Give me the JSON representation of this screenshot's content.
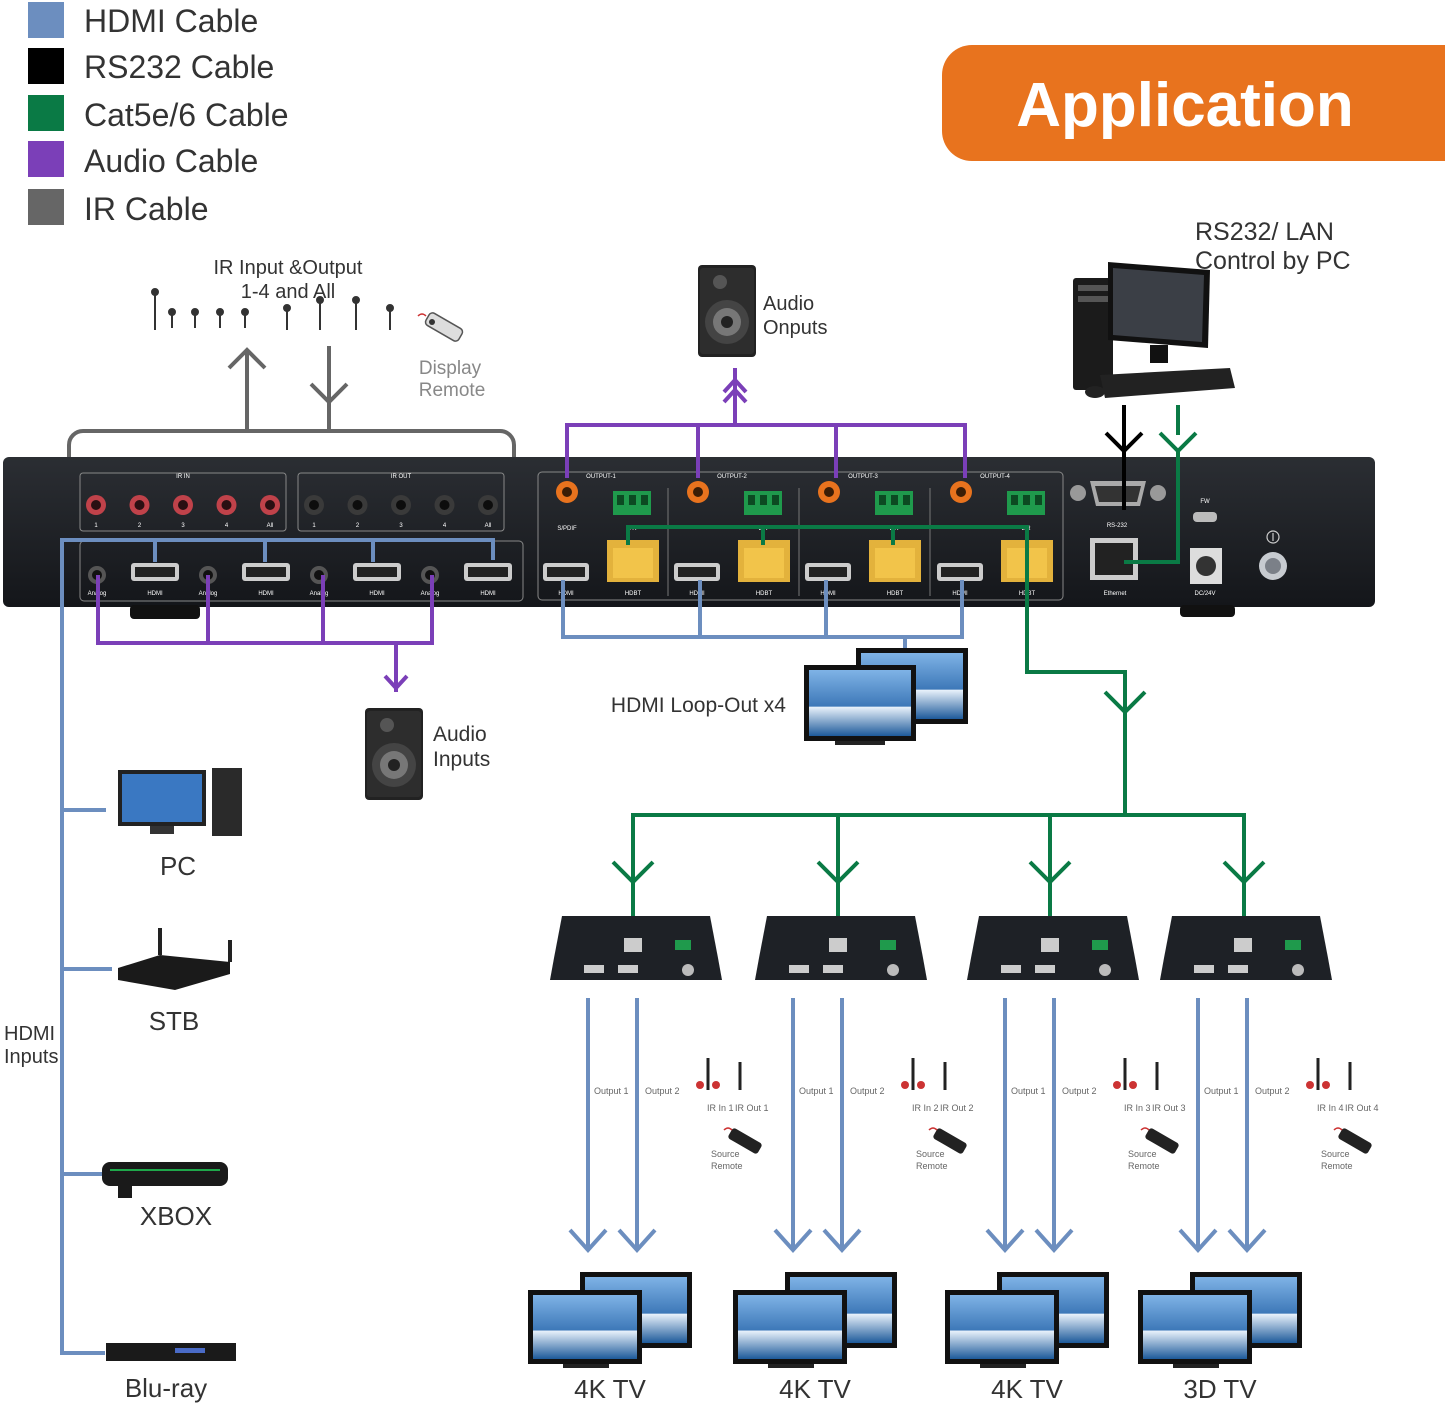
{
  "title": "Application",
  "colors": {
    "hdmi": "#6c8ebf",
    "rs232": "#000000",
    "cat": "#0a7a45",
    "audio": "#7b3fb8",
    "ir": "#666666",
    "banner": "#e8731e"
  },
  "legend": [
    {
      "label": "HDMI Cable",
      "color": "#6c8ebf"
    },
    {
      "label": "RS232 Cable",
      "color": "#000000"
    },
    {
      "label": "Cat5e/6 Cable",
      "color": "#0a7a45"
    },
    {
      "label": "Audio Cable",
      "color": "#7b3fb8"
    },
    {
      "label": "IR Cable",
      "color": "#666666"
    }
  ],
  "labels": {
    "ir_io_line1": "IR Input &Output",
    "ir_io_line2": "1-4 and All",
    "display_remote_line1": "Display",
    "display_remote_line2": "Remote",
    "audio_outputs_line1": "Audio",
    "audio_outputs_line2": "Onputs",
    "pc_control_line1": "RS232/ LAN",
    "pc_control_line2": "Control by PC",
    "loop_out": "HDMI Loop-Out x4",
    "audio_inputs_line1": "Audio",
    "audio_inputs_line2": "Inputs",
    "hdmi_inputs_line1": "HDMI",
    "hdmi_inputs_line2": "Inputs"
  },
  "panel": {
    "ir_in": "IR IN",
    "ir_out": "IR OUT",
    "ir_port_labels": [
      "1",
      "2",
      "3",
      "4",
      "All"
    ],
    "outputs": [
      "OUTPUT-1",
      "OUTPUT-2",
      "OUTPUT-3",
      "OUTPUT-4"
    ],
    "spdif": "S/PDIF",
    "lr": "L R",
    "hdmi": "HDMI",
    "hdbt": "HDBT",
    "analog": "Analog",
    "rs232": "RS-232",
    "ethernet": "Ethernet",
    "fw": "FW",
    "dc": "DC/24V"
  },
  "sources": [
    "PC",
    "STB",
    "XBOX",
    "Blu-ray"
  ],
  "receivers": [
    {
      "out1": "Output 1",
      "out2": "Output 2",
      "ir_in": "IR In 1",
      "ir_out": "IR Out 1",
      "remote_line1": "Source",
      "remote_line2": "Remote",
      "tv": "4K TV"
    },
    {
      "out1": "Output 1",
      "out2": "Output 2",
      "ir_in": "IR In 2",
      "ir_out": "IR Out 2",
      "remote_line1": "Source",
      "remote_line2": "Remote",
      "tv": "4K TV"
    },
    {
      "out1": "Output 1",
      "out2": "Output 2",
      "ir_in": "IR In 3",
      "ir_out": "IR Out 3",
      "remote_line1": "Source",
      "remote_line2": "Remote",
      "tv": "4K TV"
    },
    {
      "out1": "Output 1",
      "out2": "Output 2",
      "ir_in": "IR In 4",
      "ir_out": "IR Out 4",
      "remote_line1": "Source",
      "remote_line2": "Remote",
      "tv": "3D TV"
    }
  ]
}
